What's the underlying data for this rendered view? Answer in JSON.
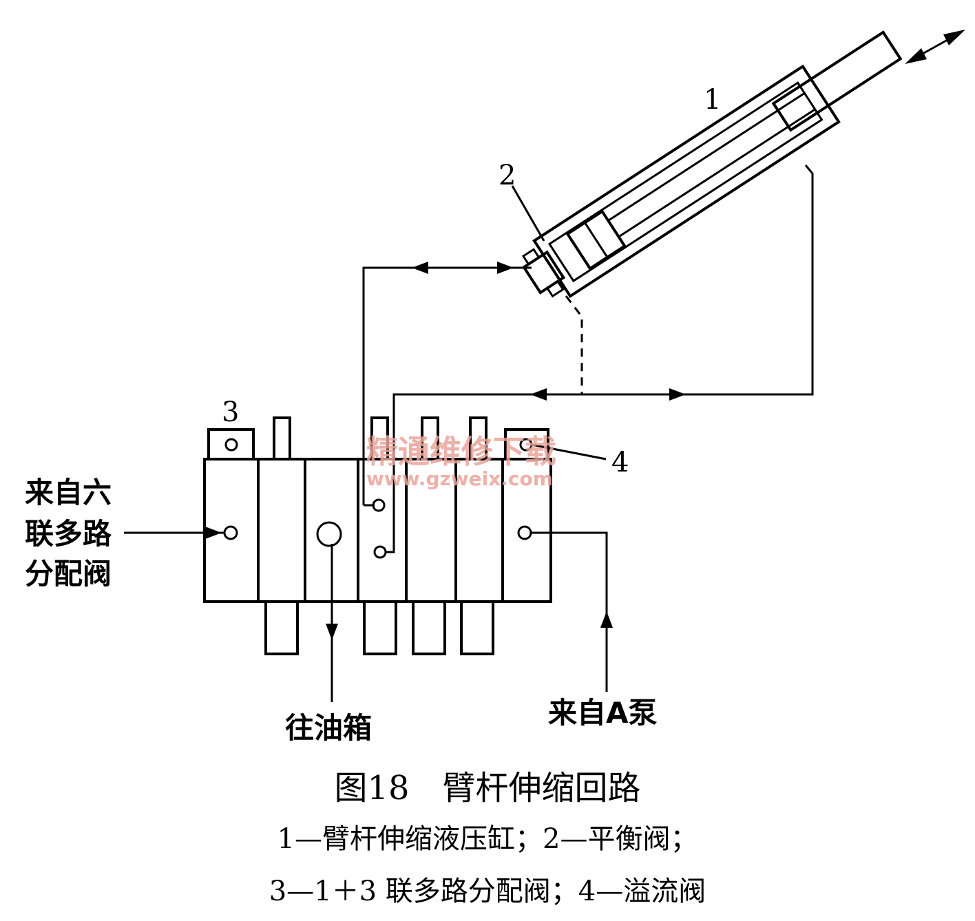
{
  "figure": {
    "title": "图18　臂杆伸缩回路",
    "legend_line_1": "1—臂杆伸缩液压缸；2—平衡阀；",
    "legend_line_2": "3—1＋3 联多路分配阀；4—溢流阀"
  },
  "callouts": {
    "cylinder": "1",
    "balance_valve": "2",
    "multi_valve": "3",
    "relief_valve": "4"
  },
  "labels": {
    "inlet_line_1": "来自六",
    "inlet_line_2": "联多路",
    "inlet_line_3": "分配阀",
    "to_tank": "往油箱",
    "from_pump": "来自A泵"
  },
  "watermark": {
    "cn": "精通维修下载",
    "url": "www.gzweix.com",
    "color": "#e9a49a"
  }
}
